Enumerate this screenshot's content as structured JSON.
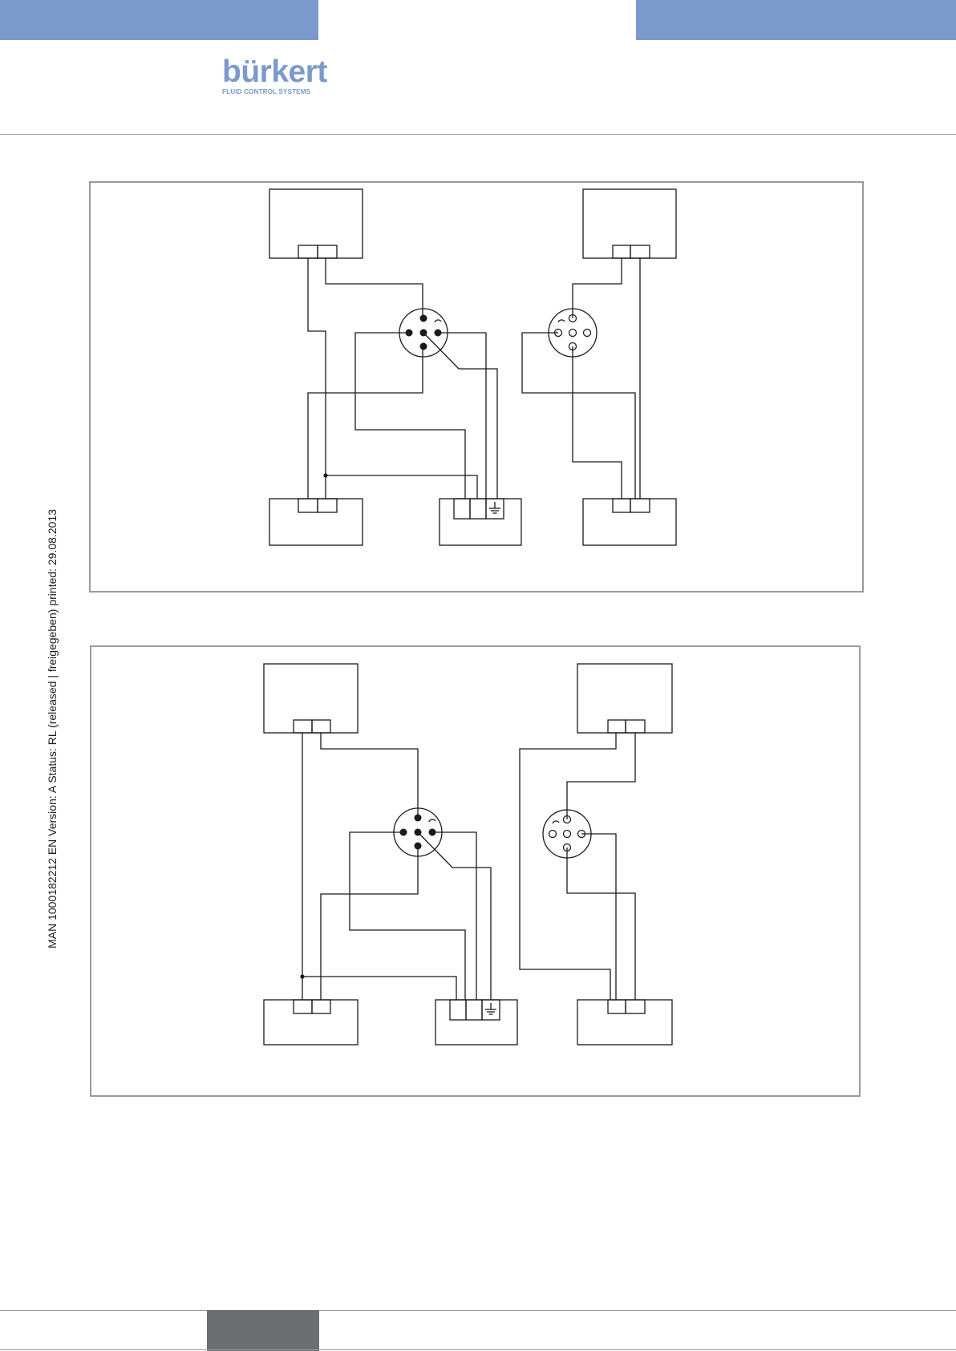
{
  "header": {
    "brand_name": "bürkert",
    "brand_tagline": "FLUID CONTROL SYSTEMS"
  },
  "side_note": {
    "text": "MAN  1000182212  EN  Version: A   Status: RL (released | freigegeben)   printed: 29.08.2013"
  },
  "footer": {
    "page_number": ""
  },
  "colors": {
    "header_bar": "#7b9acb",
    "logo_blue": "#7b9acb",
    "frame": "#9a9a9a",
    "line": "#1a1a1a",
    "footer_tab": "#6d6e71"
  }
}
